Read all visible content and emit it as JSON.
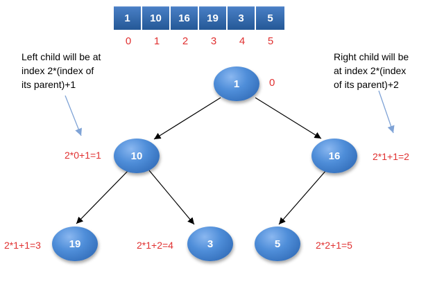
{
  "array": {
    "values": [
      "1",
      "10",
      "16",
      "19",
      "3",
      "5"
    ],
    "indices": [
      "0",
      "1",
      "2",
      "3",
      "4",
      "5"
    ]
  },
  "notes": {
    "left": [
      "Left child will be at",
      "index 2*(index of",
      "its parent)+1"
    ],
    "right": [
      "Right child will be",
      "at index 2*(index",
      "of its parent)+2"
    ]
  },
  "tree": {
    "root": {
      "value": "1",
      "label": "0"
    },
    "n10": {
      "value": "10",
      "label": "2*0+1=1"
    },
    "n16": {
      "value": "16",
      "label": "2*1+1=2"
    },
    "n19": {
      "value": "19",
      "label": "2*1+1=3"
    },
    "n3": {
      "value": "3",
      "label": "2*1+2=4"
    },
    "n5": {
      "value": "5",
      "label": "2*2+1=5"
    }
  },
  "colors": {
    "node": "#3a78c9",
    "index_text": "#e03030",
    "pointer_arrow": "#7fa3d6"
  }
}
